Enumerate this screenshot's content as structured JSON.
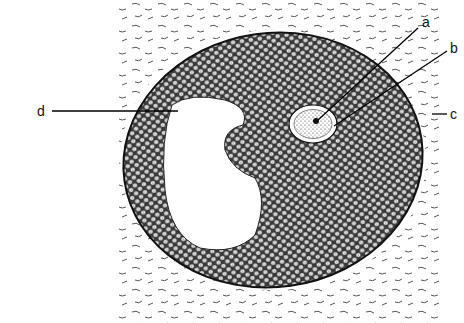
{
  "diagram": {
    "labels": [
      "a",
      "b",
      "d",
      "c"
    ]
  }
}
